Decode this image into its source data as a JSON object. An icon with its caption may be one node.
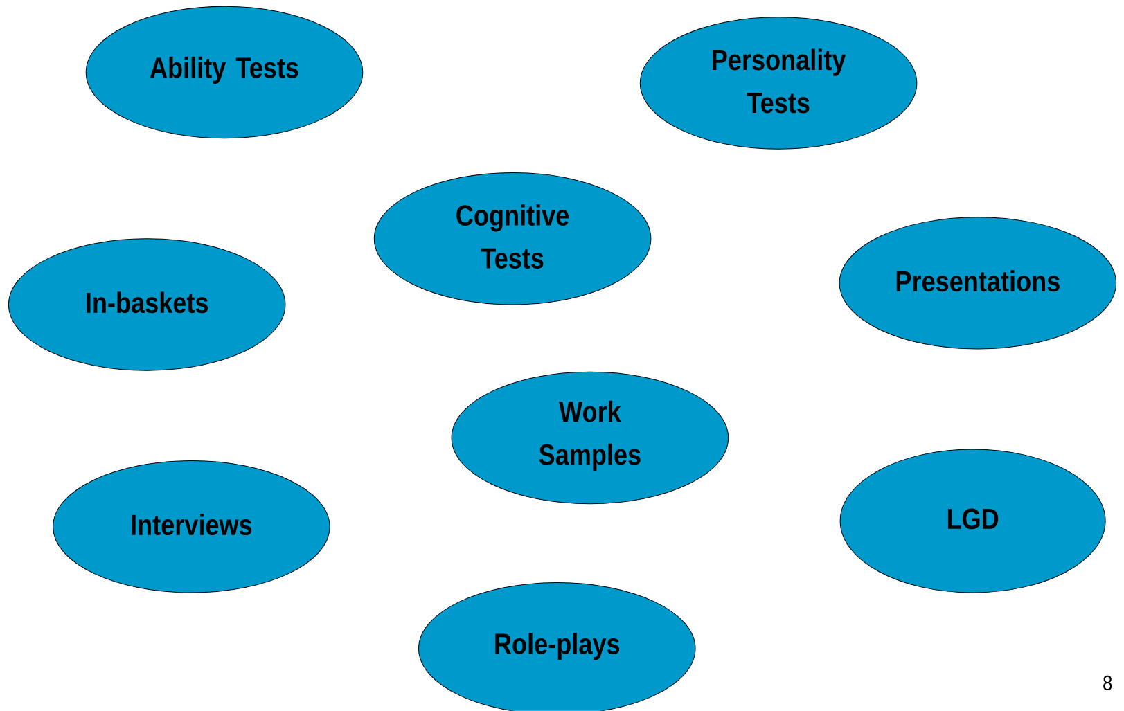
{
  "diagram": {
    "nodes": [
      {
        "text": [
          "Ability Tests"
        ]
      },
      {
        "text": [
          "Personality Tests"
        ]
      },
      {
        "text": [
          "Cognitive Tests"
        ]
      },
      {
        "text": [
          "In-baskets"
        ]
      },
      {
        "text": [
          "Presentations"
        ]
      },
      {
        "text": [
          "Work Samples"
        ]
      },
      {
        "text": [
          "Interviews"
        ]
      },
      {
        "text": [
          "LGD"
        ]
      },
      {
        "text": [
          "Role-plays"
        ]
      }
    ],
    "labels": [
      "8"
    ]
  }
}
